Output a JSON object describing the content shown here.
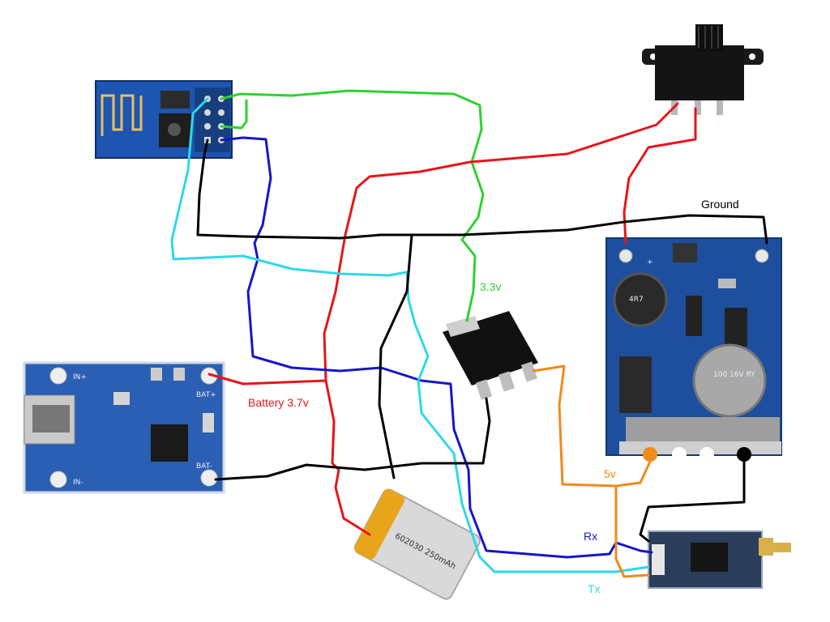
{
  "labels": {
    "ground": "Ground",
    "v33": "3.3v",
    "battery": "Battery 3.7v",
    "v5": "5v",
    "rx": "Rx",
    "tx": "Tx"
  },
  "components": {
    "charger_pins": {
      "in_plus": "IN+",
      "in_minus": "IN-",
      "bat_plus": "BAT+",
      "bat_minus": "BAT-"
    },
    "battery_print": "602030 250mAh",
    "capacitor_print": "100 16V RY",
    "inductor_print": "4R7"
  },
  "colors": {
    "red": "#e8141a",
    "green": "#2fd22f",
    "blue": "#1616c8",
    "cyan": "#2ed8ea",
    "black": "#000000",
    "orange": "#f08a1c",
    "pcb_blue": "#1d4f9e",
    "pcb_dark": "#1b3a6a"
  }
}
